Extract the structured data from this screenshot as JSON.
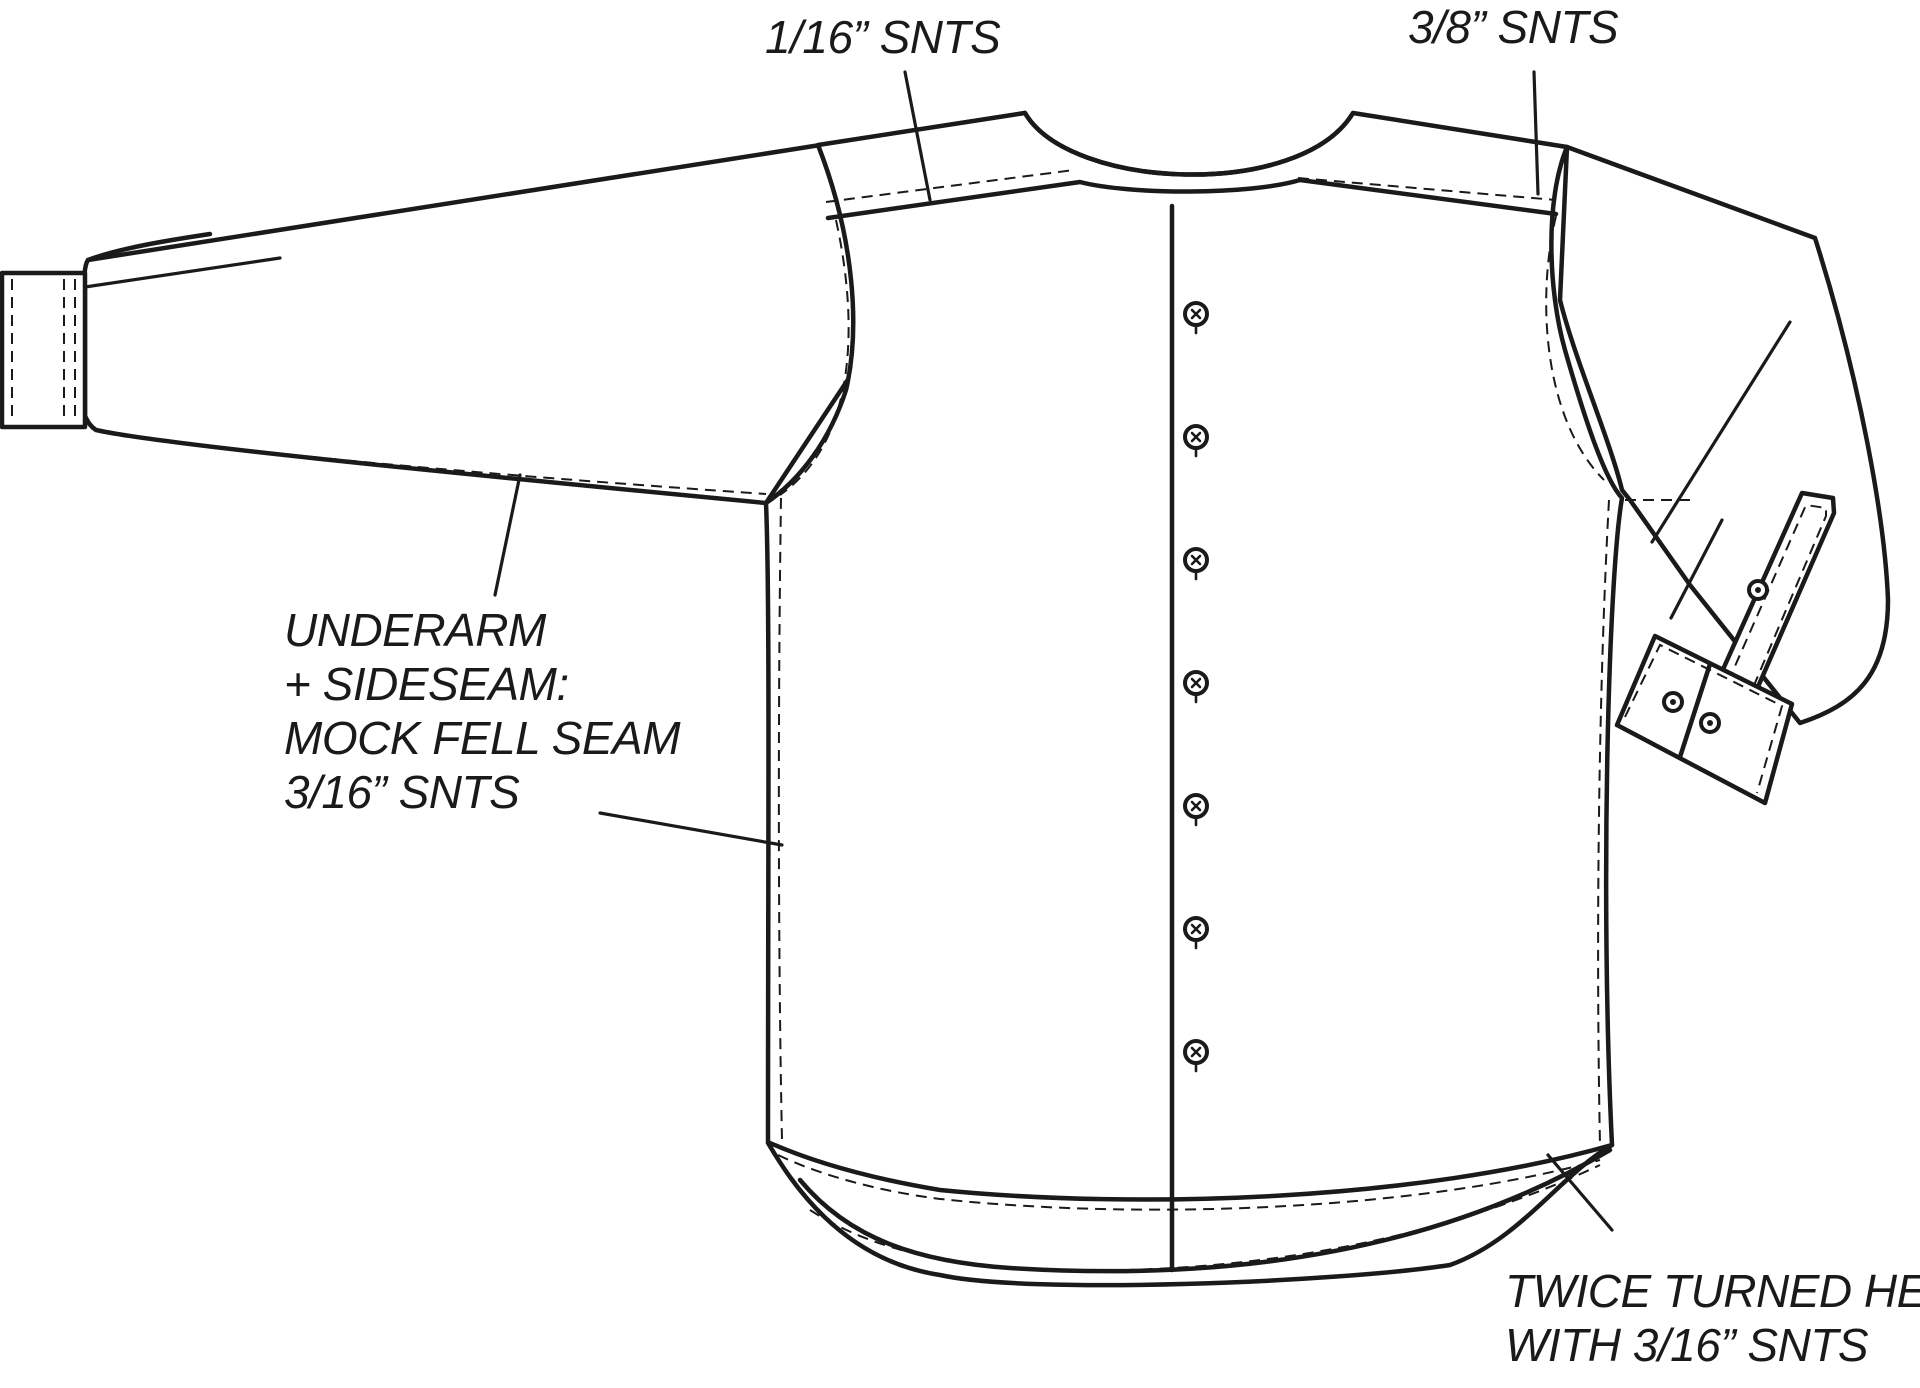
{
  "annotations": {
    "yoke_topstitch": "1/16” SNTS",
    "armhole_topstitch": "3/8” SNTS",
    "underarm_sideseam": [
      "UNDERARM",
      "+ SIDESEAM:",
      "MOCK FELL SEAM",
      "3/16” SNTS"
    ],
    "hem": [
      "TWICE TURNED HEM",
      "WITH 3/16” SNTS"
    ]
  },
  "colors": {
    "line": "#1a1a1a",
    "background": "#ffffff"
  },
  "placket_button_count": 7
}
